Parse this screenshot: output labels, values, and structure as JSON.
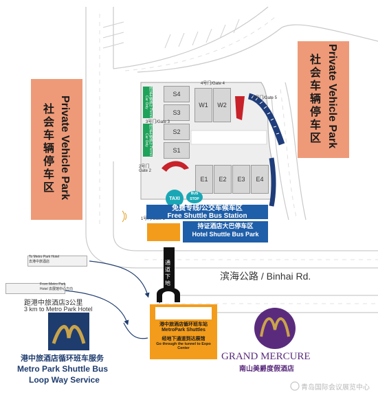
{
  "private_park_left": {
    "en": "Private Vehicle Park",
    "zh": "社会车辆停车区"
  },
  "private_park_right": {
    "en": "Private Vehicle Park",
    "zh": "社会车辆停车区"
  },
  "halls": {
    "s": [
      "S4",
      "S3",
      "S2",
      "S1"
    ],
    "w": [
      "W1",
      "W2"
    ],
    "e": [
      "E1",
      "E2",
      "E3",
      "E4"
    ]
  },
  "gates": {
    "gate4": "4号门/Gate 4",
    "gate3": "3号门/Gate 3",
    "gate2": "2号门 Gate 2",
    "gate1": "1号门/Gate 1",
    "gate5": "5号门/Gate 5"
  },
  "green_bars": [
    "持证车辆通行 Permit Car Only",
    "持证车辆通行 Permit Car Only"
  ],
  "taxi": "TAXI",
  "bus_stop": "BUS STOP",
  "free_shuttle": {
    "zh": "免费专线/公交车候车区",
    "en": "Free Shuttle Bus Station"
  },
  "hotel_shuttle": {
    "zh": "持证酒店大巴停车区",
    "en": "Hotel Shuttle Bus Park"
  },
  "tunnel": "通道下地",
  "road": "滨海公路 / Binhai Rd.",
  "bus_labels": [
    "To Metro Park Hotel 去港中旅酒店",
    "From Metro Park Hotel 去展馆中心方向"
  ],
  "distance": {
    "zh": "距港中旅酒店3公里",
    "en": "3 km to Metro Park Hotel"
  },
  "metropark_box": {
    "zh1": "港中旅酒店循环班车站",
    "en1": "MetroPark Shuttles",
    "zh2": "经地下通道到达展馆",
    "en2": "Go through the tunnel to Expo Center"
  },
  "metropark_service": {
    "zh": "港中旅酒店循环班车服务",
    "en1": "Metro Park Shuttle Bus",
    "en2": "Loop Way Service"
  },
  "grand_mercure": {
    "en": "GRAND MERCURE",
    "zh": "南山美爵度假酒店"
  },
  "watermark": "青岛国际会议展览中心",
  "colors": {
    "salmon": "#ee9a78",
    "green": "#1fa25a",
    "blue": "#1f5ea8",
    "orange": "#f39c1b",
    "teal": "#1aa7b5",
    "red": "#c8222a",
    "purple": "#5a2b7d",
    "gold": "#c9a44a",
    "navy": "#1e3c6e"
  }
}
